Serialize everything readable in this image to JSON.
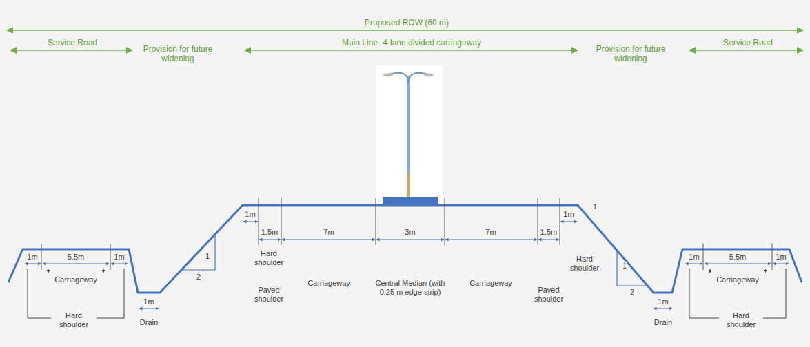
{
  "diagram": {
    "labels": [
      "Proposed ROW (60 m)",
      "Service Road",
      "Provision for future widening",
      "Main Line- 4-lane divided carriageway",
      "Provision for future widening",
      "Service Road",
      "1m",
      "5.5m",
      "1m",
      "Carriageway",
      "Hard shoulder",
      "1m",
      "Drain",
      "1",
      "2",
      "1m",
      "1.5m",
      "7m",
      "3m",
      "7m",
      "1.5m",
      "1m",
      "1",
      "Hard shoulder",
      "Paved shoulder",
      "Carriageway",
      "Central Median (with 0.25 m edge strip)",
      "Carriageway",
      "Paved shoulder",
      "Hard shoulder",
      "1",
      "2",
      "1m",
      "Drain",
      "1m",
      "5.5m",
      "1m",
      "Carriageway",
      "Hard shoulder"
    ]
  }
}
